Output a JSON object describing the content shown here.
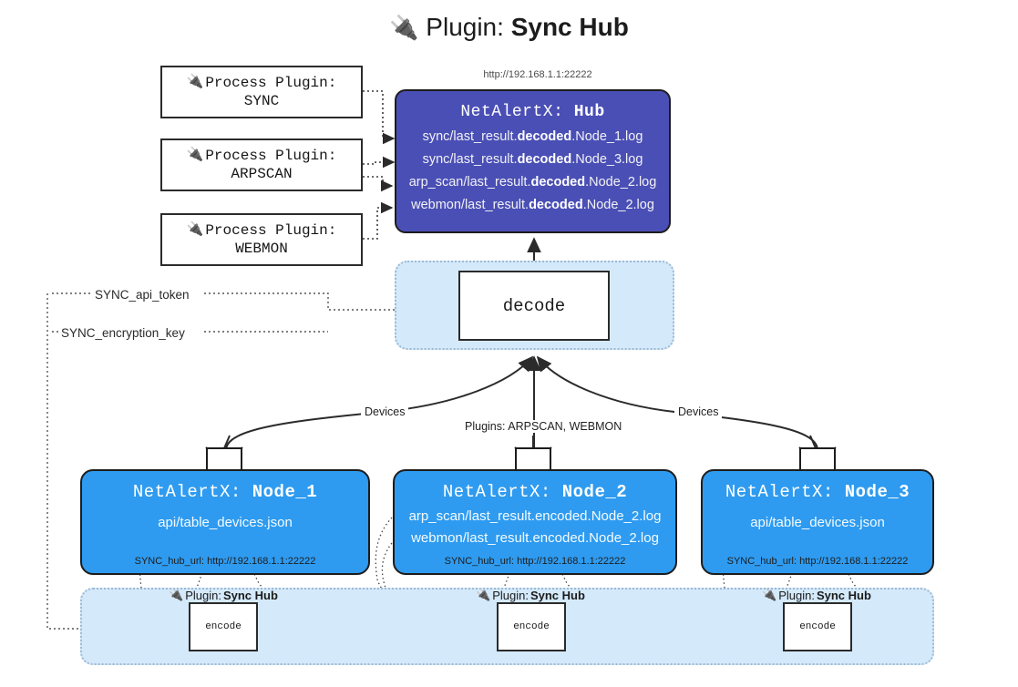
{
  "title": {
    "icon": "plug-icon",
    "prefix": "Plugin:",
    "name": "Sync Hub"
  },
  "hub": {
    "url": "http://192.168.1.1:22222",
    "title_prefix": "NetAlertX:",
    "title_name": "Hub",
    "loglines": [
      {
        "pre": "sync/last_result.",
        "em": "decoded",
        "post": ".Node_1.log"
      },
      {
        "pre": "sync/last_result.",
        "em": "decoded",
        "post": ".Node_3.log"
      },
      {
        "pre": "arp_scan/last_result.",
        "em": "decoded",
        "post": ".Node_2.log"
      },
      {
        "pre": "webmon/last_result.",
        "em": "decoded",
        "post": ".Node_2.log"
      }
    ],
    "fill": "#4a4fb5"
  },
  "process_plugins": [
    {
      "icon": "plug-icon",
      "label": "Process Plugin:",
      "name": "SYNC"
    },
    {
      "icon": "plug-icon",
      "label": "Process Plugin:",
      "name": "ARPSCAN"
    },
    {
      "icon": "plug-icon",
      "label": "Process Plugin:",
      "name": "WEBMON"
    }
  ],
  "decode": {
    "label": "decode",
    "band_fill": "#d4e9fa"
  },
  "keys": [
    {
      "label": "SYNC_api_token"
    },
    {
      "label": "SYNC_encryption_key"
    }
  ],
  "edge_labels": {
    "devices_left": "Devices",
    "devices_right": "Devices",
    "plugins_mid": "Plugins: ARPSCAN, WEBMON"
  },
  "nodes": [
    {
      "title_prefix": "NetAlertX:",
      "title_name": "Node_1",
      "files": [
        "api/table_devices.json"
      ],
      "hub_url_label": "SYNC_hub_url: http://192.168.1.1:22222",
      "plugin_tag_prefix": "Plugin:",
      "plugin_tag_name": "Sync Hub",
      "encode_label": "encode",
      "fill": "#2e9bf0"
    },
    {
      "title_prefix": "NetAlertX:",
      "title_name": "Node_2",
      "files": [
        "arp_scan/last_result.encoded.Node_2.log",
        "webmon/last_result.encoded.Node_2.log"
      ],
      "hub_url_label": "SYNC_hub_url: http://192.168.1.1:22222",
      "plugin_tag_prefix": "Plugin:",
      "plugin_tag_name": "Sync Hub",
      "encode_label": "encode",
      "fill": "#2e9bf0"
    },
    {
      "title_prefix": "NetAlertX:",
      "title_name": "Node_3",
      "files": [
        "api/table_devices.json"
      ],
      "hub_url_label": "SYNC_hub_url: http://192.168.1.1:22222",
      "plugin_tag_prefix": "Plugin:",
      "plugin_tag_name": "Sync Hub",
      "encode_label": "encode",
      "fill": "#2e9bf0"
    }
  ]
}
